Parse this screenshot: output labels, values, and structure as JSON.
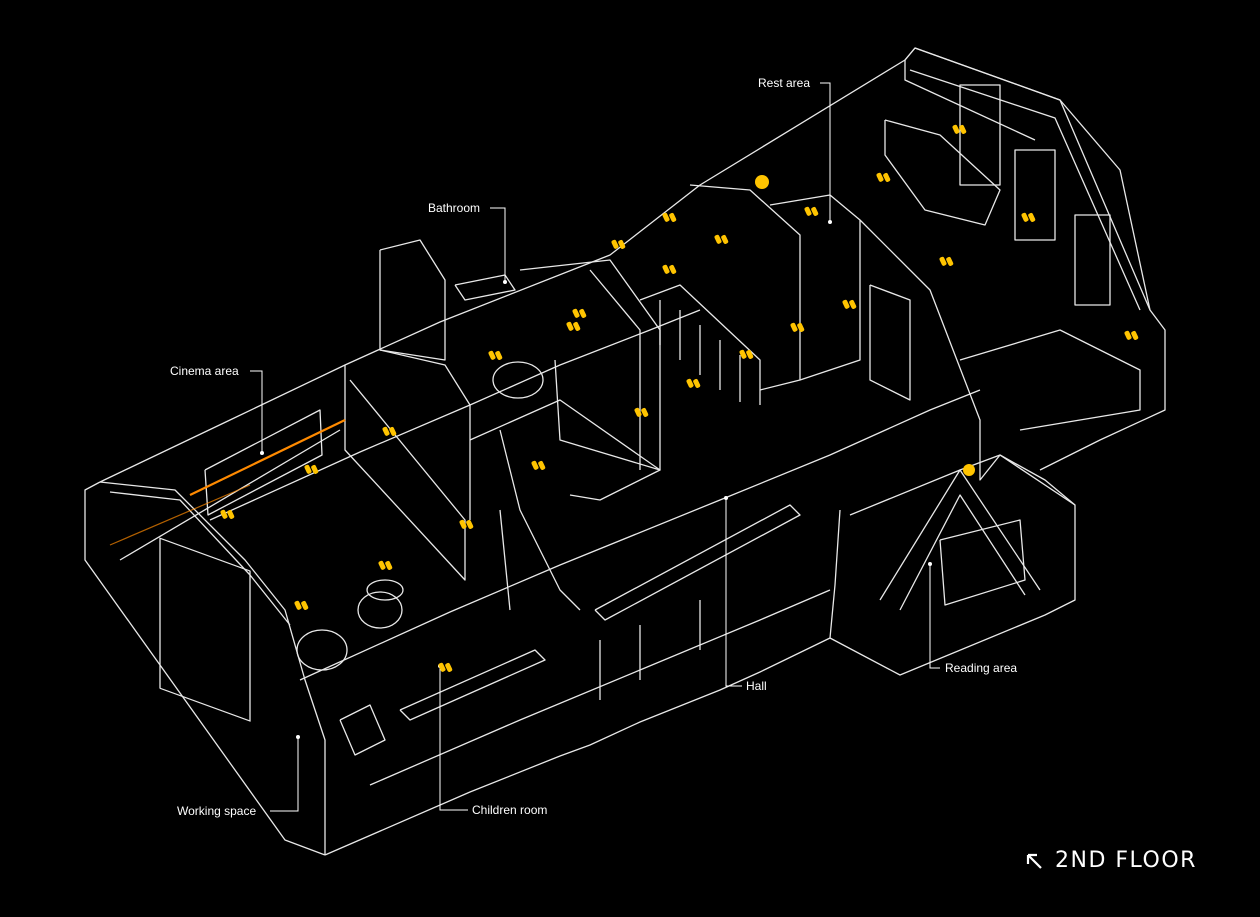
{
  "labels": {
    "rest_area": "Rest area",
    "bathroom": "Bathroom",
    "cinema_area": "Cinema area",
    "hall": "Hall",
    "reading_area": "Reading area",
    "working_space": "Working space",
    "children_room": "Children room"
  },
  "floor_title": "2ND FLOOR",
  "icons": {
    "floor_arrow": "arrow-up-left-icon",
    "light_marker": "light-fixture-icon"
  },
  "colors": {
    "background": "#000000",
    "lines": "#ffffff",
    "lights": "#ffc400",
    "accent_strip": "#ff8a00"
  }
}
